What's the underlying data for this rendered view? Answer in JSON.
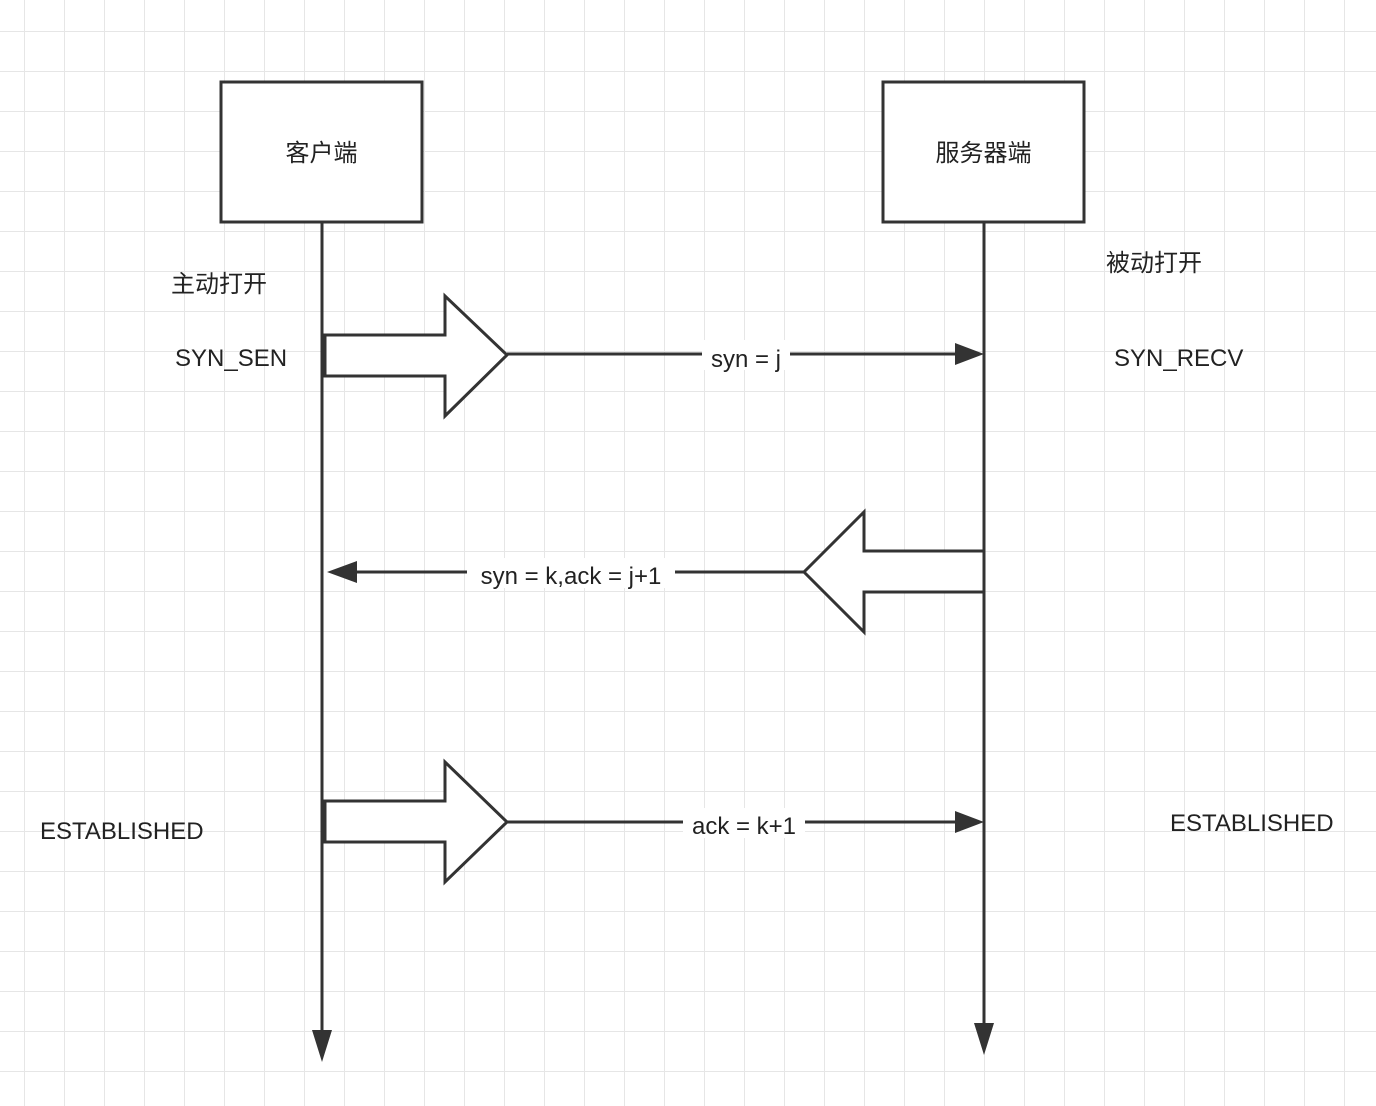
{
  "participants": {
    "client": {
      "name": "客户端"
    },
    "server": {
      "name": "服务器端"
    }
  },
  "client_states": {
    "active_open": "主动打开",
    "syn_sent": "SYN_SEN",
    "established": "ESTABLISHED"
  },
  "server_states": {
    "passive_open": "被动打开",
    "syn_recv": "SYN_RECV",
    "established": "ESTABLISHED"
  },
  "messages": [
    {
      "label": "syn = j",
      "direction": "client-to-server"
    },
    {
      "label": "syn = k,ack = j+1",
      "direction": "server-to-client"
    },
    {
      "label": "ack = k+1",
      "direction": "client-to-server"
    }
  ],
  "colors": {
    "stroke": "#333333",
    "grid": "#e6e6e6",
    "text": "#222222"
  }
}
